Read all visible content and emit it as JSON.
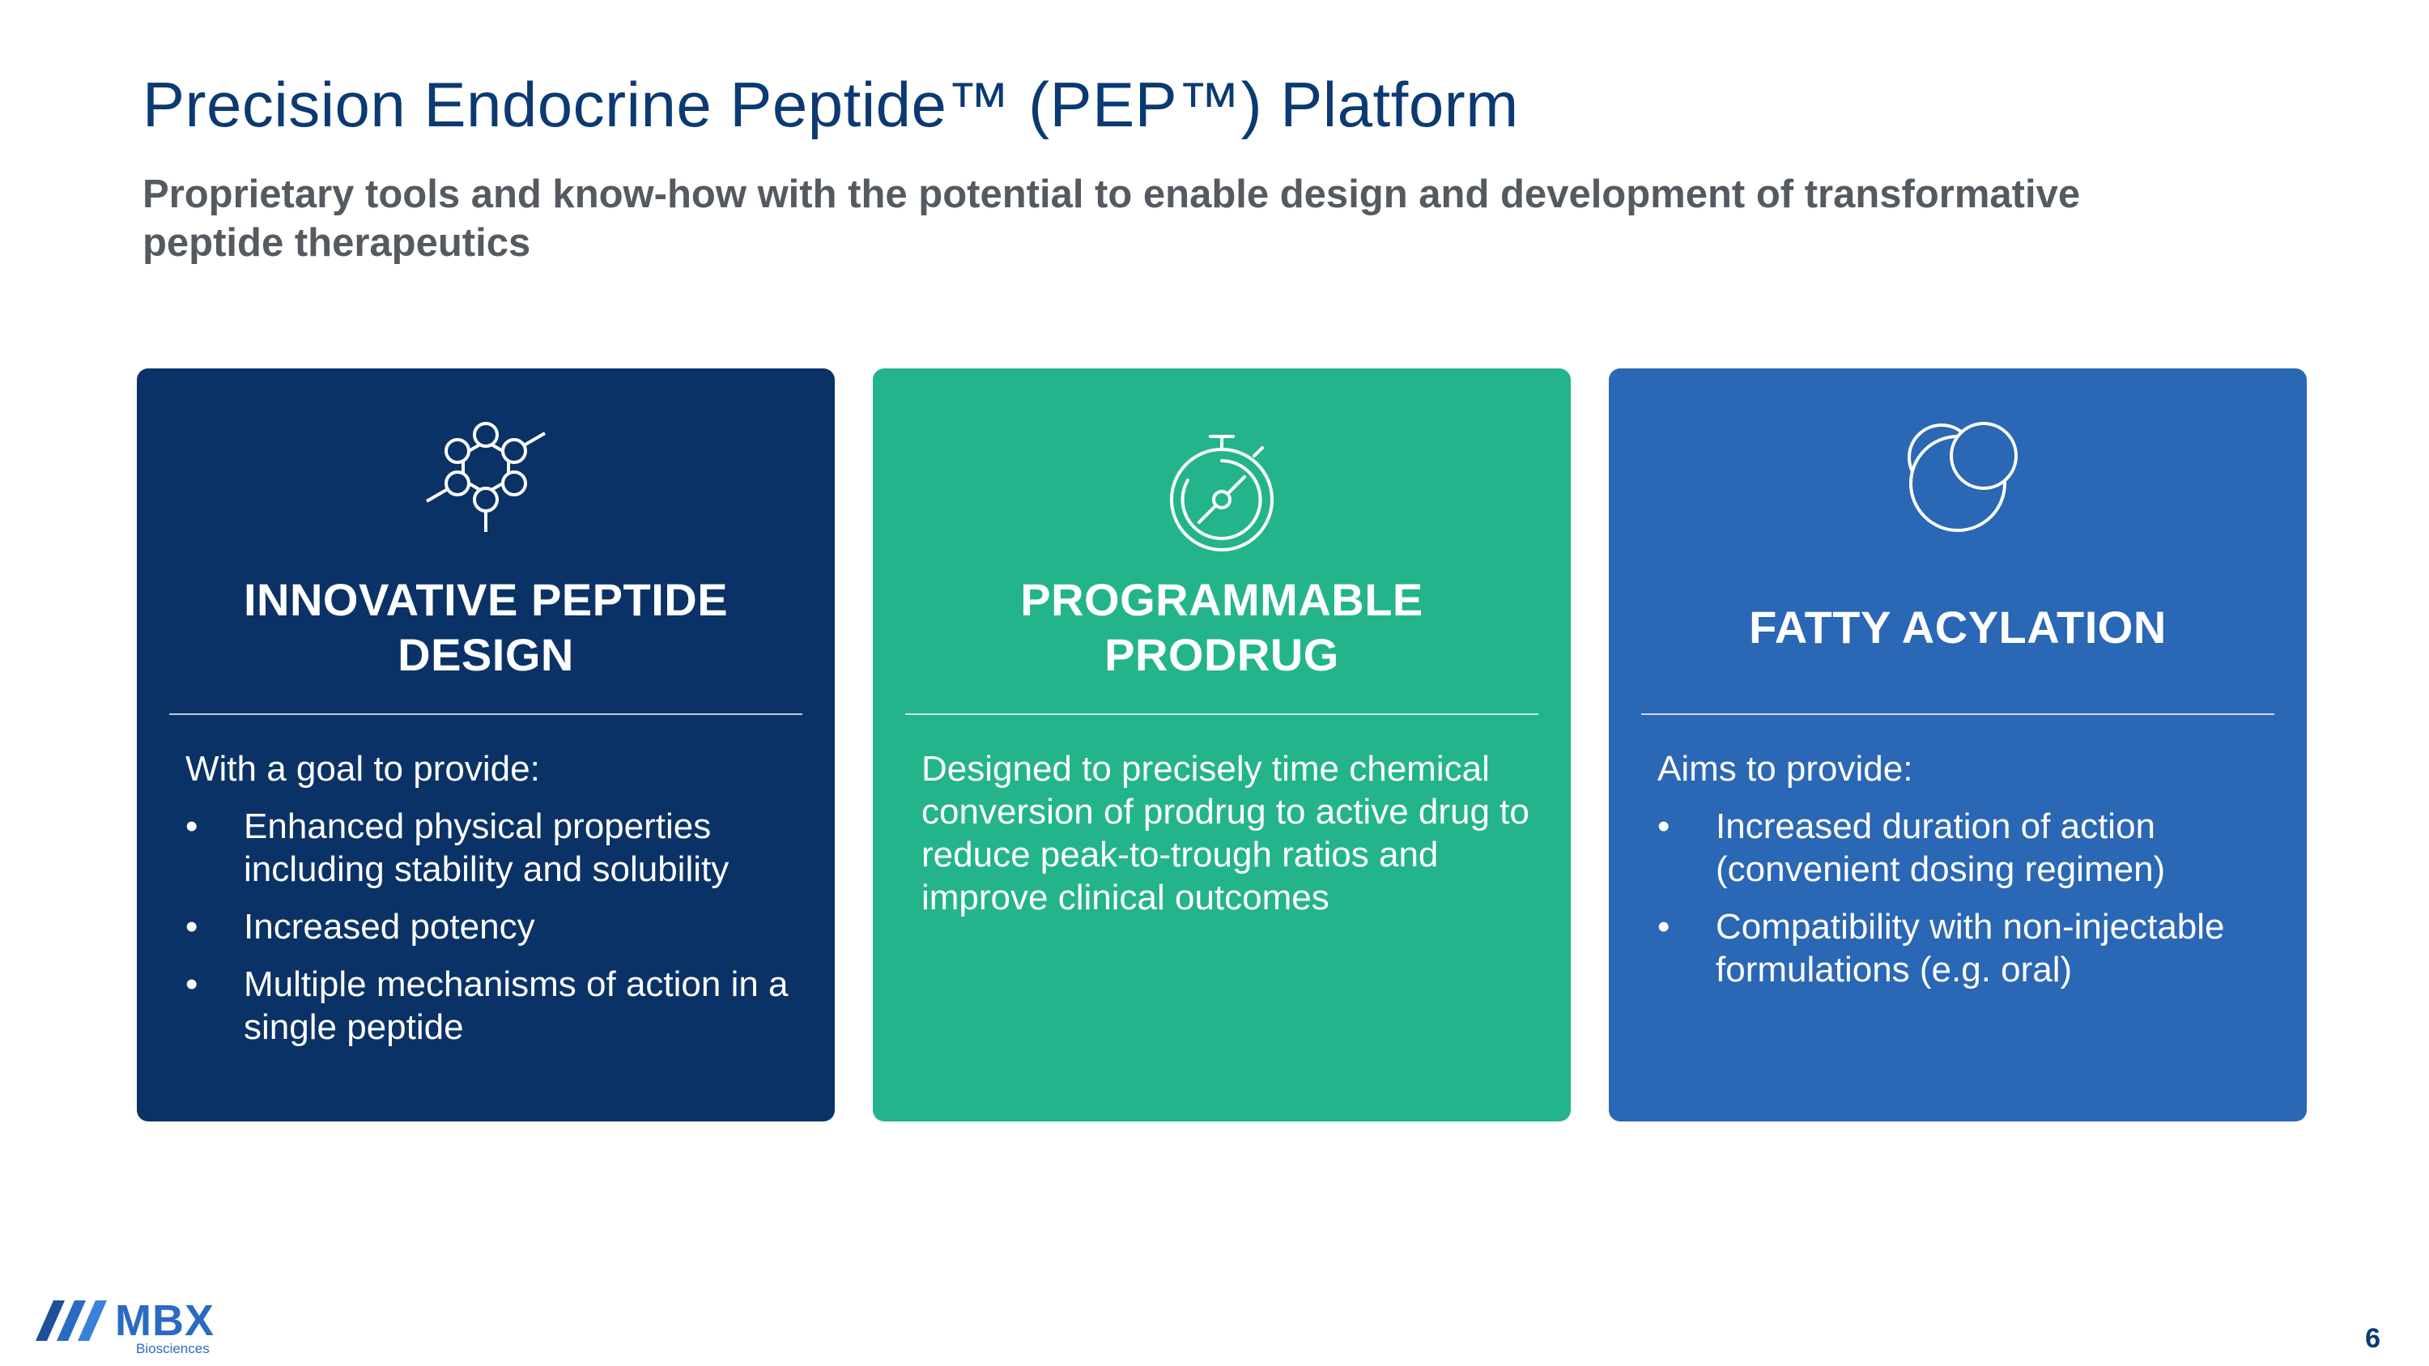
{
  "header": {
    "title": "Precision Endocrine Peptide™ (PEP™) Platform",
    "subtitle": "Proprietary tools and know-how with the potential to enable design and development of transformative peptide therapeutics"
  },
  "cards": [
    {
      "icon": "molecule-icon",
      "color": "#0a3266",
      "title": "INNOVATIVE PEPTIDE DESIGN",
      "intro": "With a goal to provide:",
      "bullets": [
        "Enhanced physical properties including stability and solubility",
        "Increased potency",
        "Multiple mechanisms of action in a single peptide"
      ]
    },
    {
      "icon": "stopwatch-icon",
      "color": "#24b48c",
      "title": "PROGRAMMABLE PRODRUG",
      "intro": "Designed to precisely time chemical conversion of prodrug to active drug to reduce peak-to-trough ratios and improve clinical outcomes",
      "bullets": []
    },
    {
      "icon": "overlapping-circles-icon",
      "color": "#2a67b4",
      "title": "FATTY ACYLATION",
      "intro": "Aims to provide:",
      "bullets": [
        "Increased duration of action (convenient dosing regimen)",
        "Compatibility with non-injectable formulations (e.g. oral)"
      ]
    }
  ],
  "bullet_char": "•",
  "logo": {
    "name": "MBX",
    "subname": "Biosciences",
    "color": "#2a6bc2"
  },
  "page_number": "6"
}
